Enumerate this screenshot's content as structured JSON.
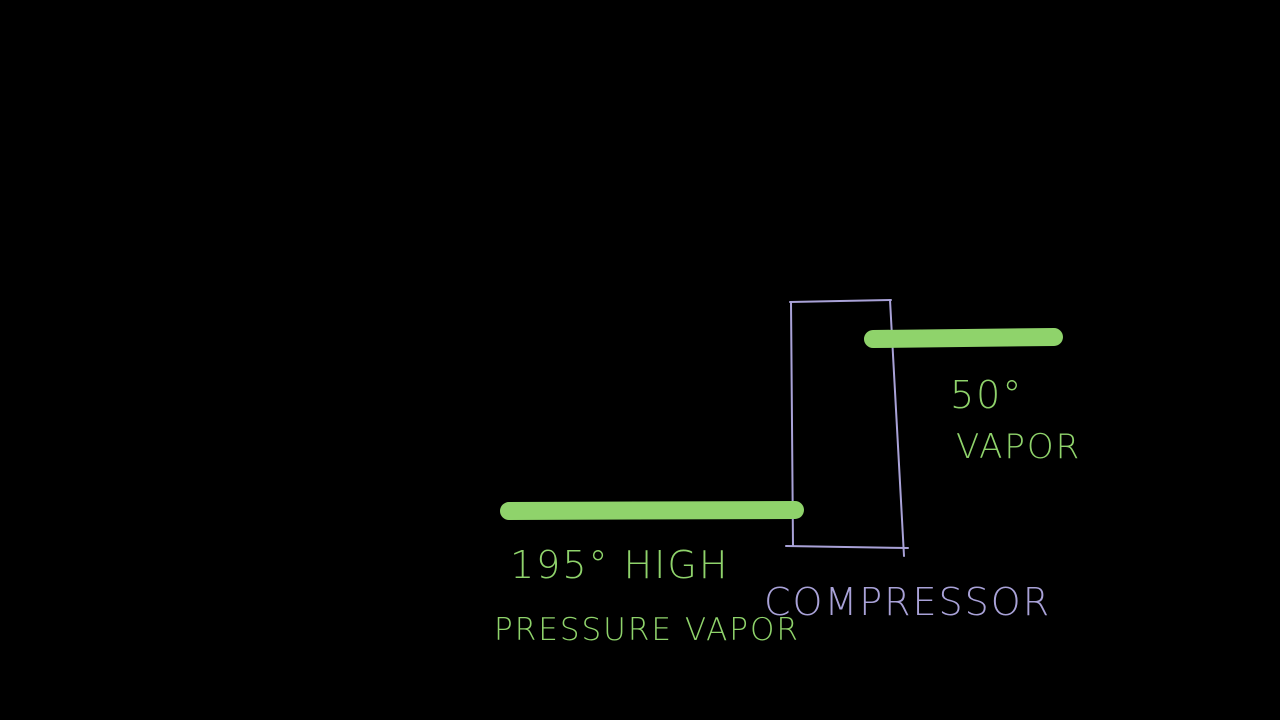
{
  "diagram": {
    "compressor": {
      "label": "COMPRESSOR"
    },
    "inlet": {
      "temp_label": "50°",
      "state_label": "VAPOR"
    },
    "outlet": {
      "temp_label": "195° HIGH",
      "state_label": "PRESSURE VAPOR"
    },
    "colors": {
      "pipe": "#8fd36b",
      "box": "#a9a2d8",
      "background": "#000000"
    }
  }
}
